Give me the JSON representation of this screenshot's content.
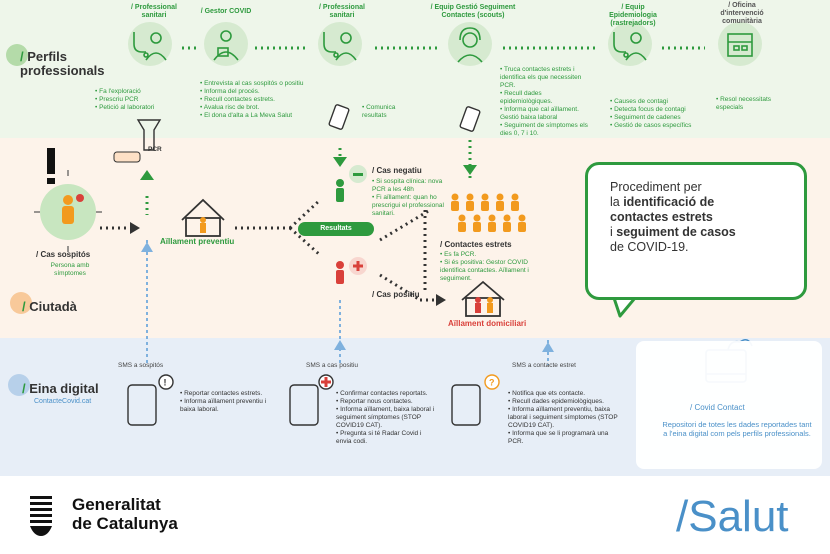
{
  "rows": {
    "perfils": "Perfils professionals",
    "ciutada": "Ciutadà",
    "eina": "Eina digital",
    "eina_sub": "ContacteCovid.cat"
  },
  "roles": {
    "prof1": "/ Professional sanitari",
    "gestor": "/ Gestor COVID",
    "prof2": "/ Professional sanitari",
    "equip_scouts": "/ Equip Gestió Seguiment Contactes (scouts)",
    "equip_epi": "/ Equip Epidemiologia (rastrejadors)",
    "oficina": "/ Oficina d'intervenció comunitària"
  },
  "prof1_bullets": [
    "Fa l'exploració",
    "Prescriu PCR",
    "Petició al laboratori"
  ],
  "gestor_bullets": [
    "Entrevista al cas sospitós o positiu",
    "Informa del procés.",
    "Recull contactes estrets.",
    "Avalua risc de brot.",
    "El dona d'alta a La Meva Salut"
  ],
  "prof2_note": "Comunica resultats",
  "scouts_bullets": [
    "Truca contactes estrets i identifica els que necessiten PCR.",
    "Recull dades epidemiològiques.",
    "Informa que cal aïllament. Gestió baixa laboral",
    "Seguiment de símptomes els dies 0, 7 i 10."
  ],
  "epi_bullets": [
    "Causes de contagi",
    "Detecta focus de contagi",
    "Seguiment de cadenes",
    "Gestió de casos específics"
  ],
  "oficina_bullets": [
    "Resol necessitats especials"
  ],
  "pcr_label": "PCR",
  "cas_sospitos": "/ Cas sospitós",
  "cas_sospitos_sub": "Persona amb símptomes",
  "aillament_preventiu": "Aïllament preventiu",
  "resultats": "Resultats",
  "cas_negatiu": "/ Cas negatiu",
  "negatiu_bullets": [
    "Si sospita clínica: nova PCR a les 48h",
    "Fi aïllament: quan ho prescrigui el professional sanitari."
  ],
  "cas_positiu": "/ Cas positiu",
  "contactes_estrets": "/ Contactes estrets",
  "contactes_bullets": [
    "Es fa PCR.",
    "Si és positiva: Gestor COVID identifica contactes. Aïllament i seguiment."
  ],
  "aillament_domiciliari": "Aïllament domiciliari",
  "bubble": {
    "l1": "Procediment per",
    "l2a": "la ",
    "l2b": "identificació de",
    "l3": "contactes estrets",
    "l4a": "i ",
    "l4b": "seguiment de casos",
    "l5": "de COVID-19."
  },
  "sms": {
    "s1": "SMS a sospitós",
    "s2": "SMS a cas positiu",
    "s3": "SMS a contacte estret"
  },
  "eina1_bullets": [
    "Reportar contactes estrets.",
    "Informa aïllament preventiu i baixa laboral."
  ],
  "eina2_bullets": [
    "Confirmar contactes reportats.",
    "Reportar nous contactes.",
    "Informa aïllament, baixa laboral i seguiment símptomes (STOP COVID19 CAT).",
    "Pregunta si té Radar Covid i envia codi."
  ],
  "eina3_bullets": [
    "Notifica que ets contacte.",
    "Recull dades epidemiològiques.",
    "Informa aïllament preventiu, baixa laboral i seguiment símptomes (STOP COVID19 CAT).",
    "Informa que se li programarà una PCR."
  ],
  "repo": {
    "title": "/ Covid Contact",
    "text": "Repositori de totes les dades reportades tant a l'eina digital com pels perfils professionals."
  },
  "footer": {
    "gen1": "Generalitat",
    "gen2": "de Catalunya",
    "salut": "/Salut"
  },
  "colors": {
    "green": "#2e9a3e",
    "blue": "#4a90c8",
    "orange": "#f29a1e",
    "red": "#d9403a"
  }
}
